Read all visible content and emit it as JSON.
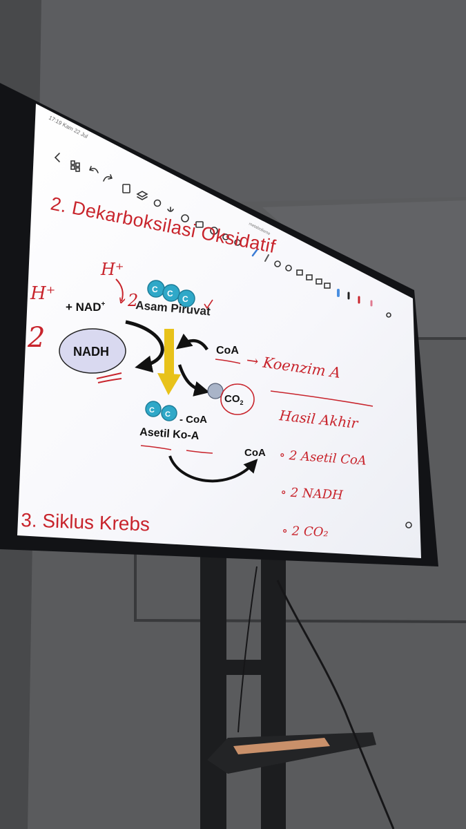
{
  "screen_content": {
    "toolbar": {
      "status_text": "17:19  Kam 22 Jul",
      "file_name": "metabolisme"
    },
    "headings": {
      "section_2": "2. Dekarboksilasi Oksidatif",
      "section_3": "3. Siklus Krebs"
    },
    "diagram": {
      "pyruvate_label": "Asam Piruvat",
      "nad_label": "+ NAD",
      "nad_sup": "+",
      "nadh_label": "NADH",
      "coa_in_label": "CoA",
      "co2_label": "CO",
      "co2_sub": "2",
      "acetyl_coa_short": "CoA",
      "acetyl_coa_name": "Asetil Ko-A",
      "coa_out_label": "CoA"
    },
    "handwriting": {
      "h_plus_top": "H⁺",
      "h_plus_left": "H⁺",
      "two_coef_top": "2",
      "two_coef_left": "2",
      "coa_definition": "→ Koenzim A",
      "result_title": "Hasil Akhir",
      "result_items": [
        "∘ 2  Asetil CoA",
        "∘ 2  NADH",
        "∘ 2  CO₂"
      ]
    },
    "colors": {
      "ink_red": "#c8242c",
      "arrow_yellow": "#e8c21a",
      "molecule_teal": "#2fa8c8",
      "nadh_fill": "#d9d9f0"
    }
  }
}
